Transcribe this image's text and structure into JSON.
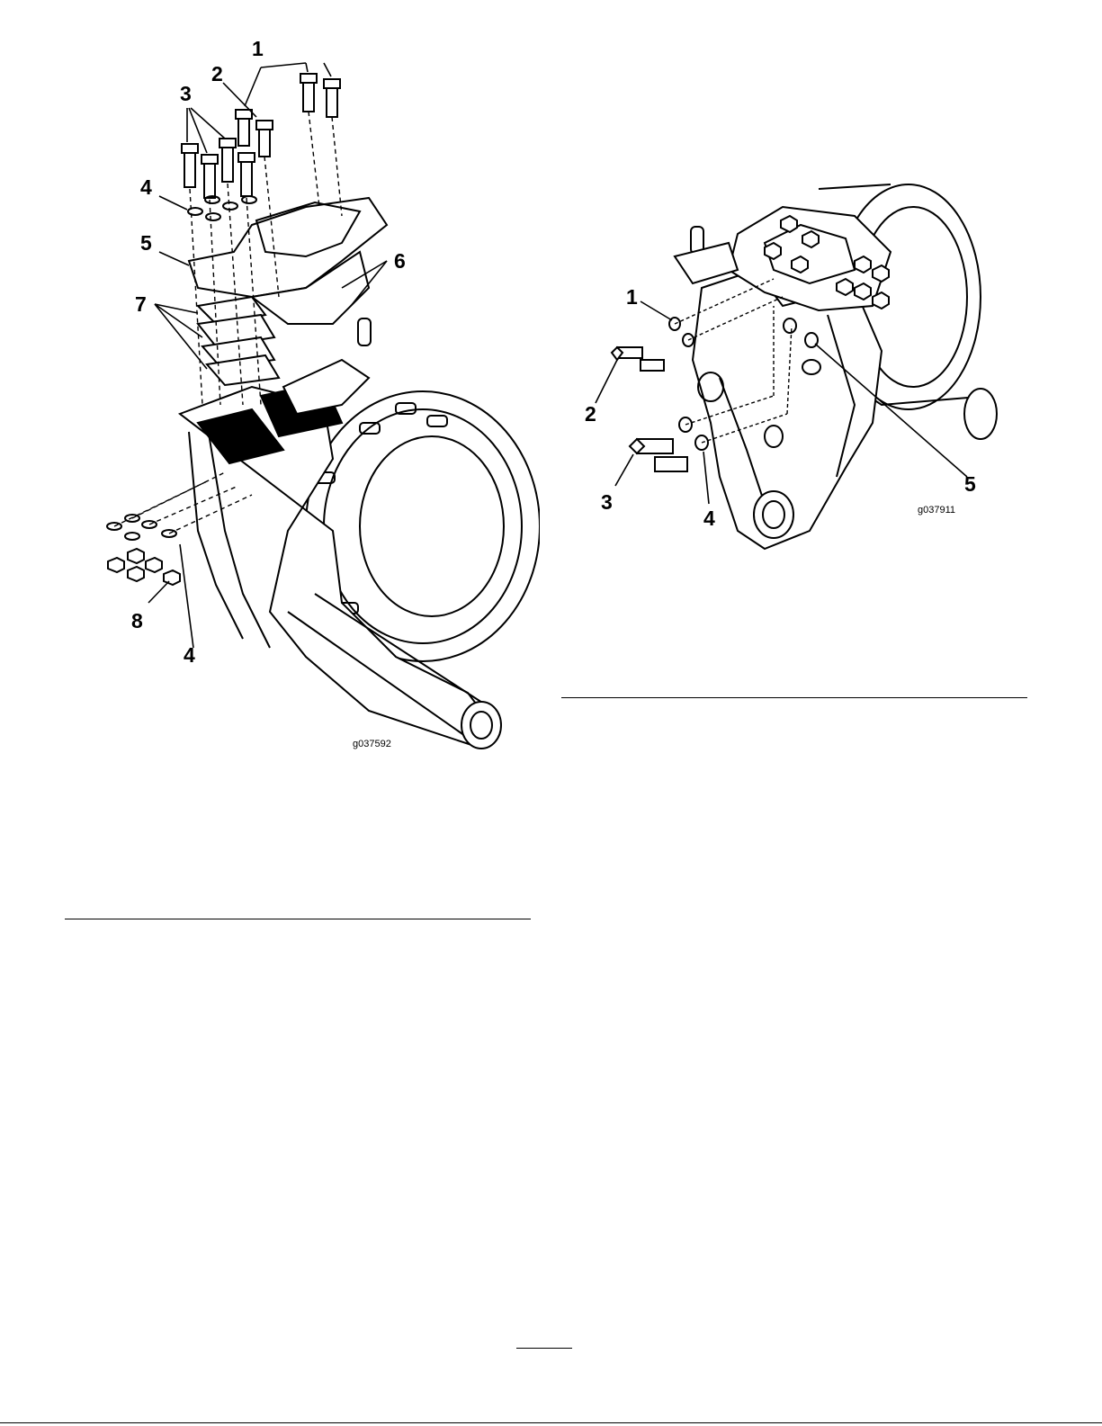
{
  "figures": [
    {
      "id": "g037592",
      "callouts": [
        "1",
        "2",
        "3",
        "4",
        "5",
        "6",
        "7",
        "8",
        "4"
      ]
    },
    {
      "id": "g037911",
      "callouts": [
        "1",
        "2",
        "3",
        "4",
        "5"
      ]
    }
  ]
}
